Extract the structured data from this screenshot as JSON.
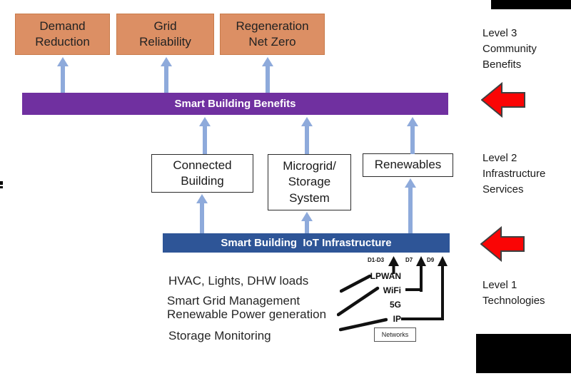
{
  "benefits": {
    "items": [
      {
        "label": "Demand\nReduction"
      },
      {
        "label": "Grid\nReliability"
      },
      {
        "label": "Regeneration\nNet Zero"
      }
    ],
    "bar_label": "Smart Building Benefits"
  },
  "infrastructure": {
    "items": [
      {
        "label": "Connected\nBuilding"
      },
      {
        "label": "Microgrid/\nStorage\nSystem"
      },
      {
        "label": "Renewables"
      }
    ],
    "bar_label": "Smart Building  IoT Infrastructure"
  },
  "technologies": {
    "loads": [
      "HVAC, Lights, DHW loads",
      "Smart Grid Management",
      "Renewable Power generation",
      "Storage Monitoring"
    ],
    "networks": {
      "device_labels": [
        "D1-D3",
        "D7",
        "D9"
      ],
      "stack": [
        "LPWAN",
        "WiFi",
        "5G",
        "IP"
      ],
      "box_label": "Networks"
    }
  },
  "legend": {
    "level3": "Level 3\nCommunity\nBenefits",
    "level2": "Level 2\nInfrastructure\nServices",
    "level1": "Level 1\nTechnologies"
  },
  "colors": {
    "orange_fill": "#DC8F64",
    "orange_border": "#C87B4B",
    "purple_bar": "#7030A0",
    "blue_bar": "#2E5597",
    "arrow_blue": "#8EAADB",
    "arrow_red": "#FA0505",
    "black": "#000000"
  }
}
